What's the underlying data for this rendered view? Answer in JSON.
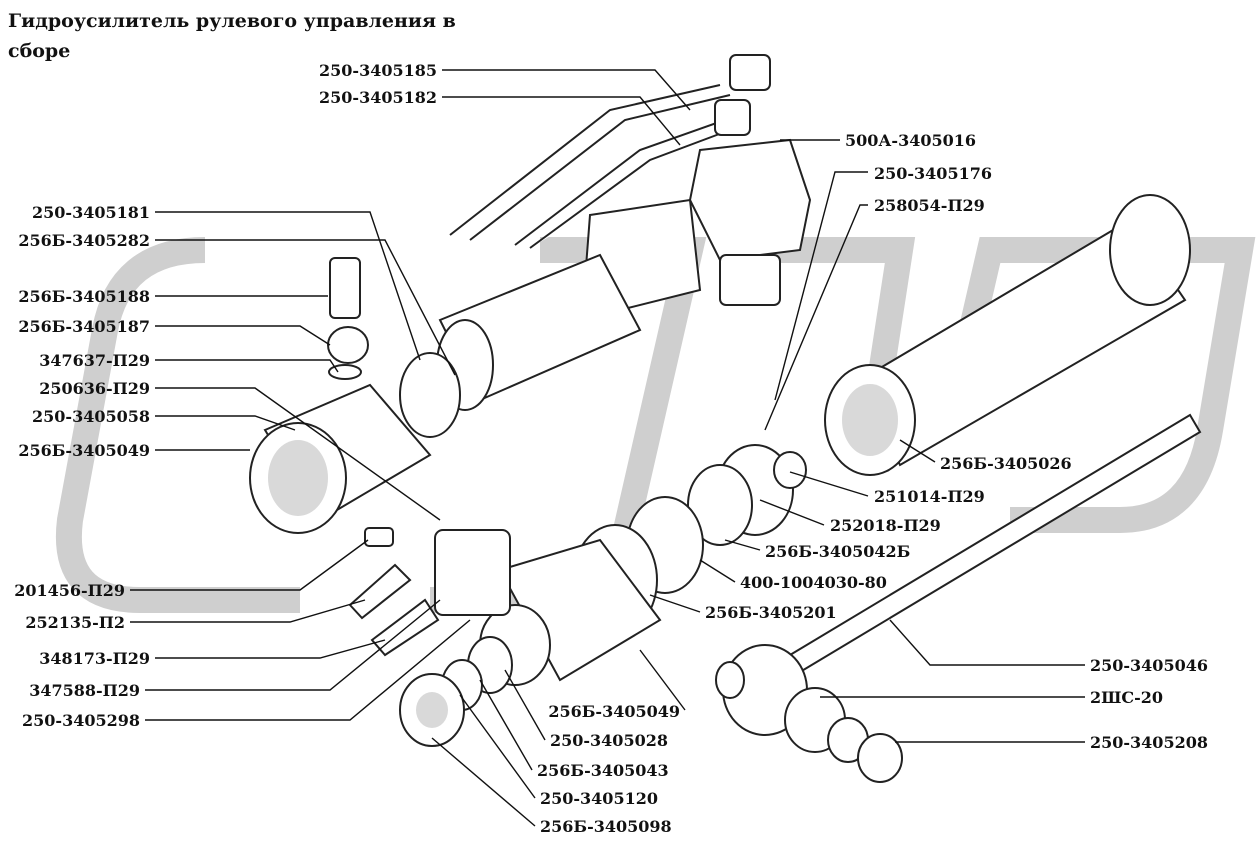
{
  "title": "Гидроусилитель рулевого управления в сборе",
  "labels": [
    {
      "id": "p01",
      "text": "250-3405185"
    },
    {
      "id": "p02",
      "text": "250-3405182"
    },
    {
      "id": "p03",
      "text": "500А-3405016"
    },
    {
      "id": "p04",
      "text": "250-3405176"
    },
    {
      "id": "p05",
      "text": "258054-П29"
    },
    {
      "id": "p06",
      "text": "250-3405181"
    },
    {
      "id": "p07",
      "text": "256Б-3405282"
    },
    {
      "id": "p08",
      "text": "256Б-3405188"
    },
    {
      "id": "p09",
      "text": "256Б-3405187"
    },
    {
      "id": "p10",
      "text": "347637-П29"
    },
    {
      "id": "p11",
      "text": "250636-П29"
    },
    {
      "id": "p12",
      "text": "250-3405058"
    },
    {
      "id": "p13",
      "text": "256Б-3405049"
    },
    {
      "id": "p14",
      "text": "256Б-3405026"
    },
    {
      "id": "p15",
      "text": "251014-П29"
    },
    {
      "id": "p16",
      "text": "252018-П29"
    },
    {
      "id": "p17",
      "text": "256Б-3405042Б"
    },
    {
      "id": "p18",
      "text": "400-1004030-80"
    },
    {
      "id": "p19",
      "text": "256Б-3405201"
    },
    {
      "id": "p20",
      "text": "201456-П29"
    },
    {
      "id": "p21",
      "text": "252135-П2"
    },
    {
      "id": "p22",
      "text": "348173-П29"
    },
    {
      "id": "p23",
      "text": "347588-П29"
    },
    {
      "id": "p24",
      "text": "250-3405298"
    },
    {
      "id": "p25",
      "text": "256Б-3405049"
    },
    {
      "id": "p26",
      "text": "250-3405028"
    },
    {
      "id": "p27",
      "text": "256Б-3405043"
    },
    {
      "id": "p28",
      "text": "250-3405120"
    },
    {
      "id": "p29",
      "text": "256Б-3405098"
    },
    {
      "id": "p30",
      "text": "250-3405046"
    },
    {
      "id": "p31",
      "text": "2ШС-20"
    },
    {
      "id": "p32",
      "text": "250-3405208"
    }
  ]
}
